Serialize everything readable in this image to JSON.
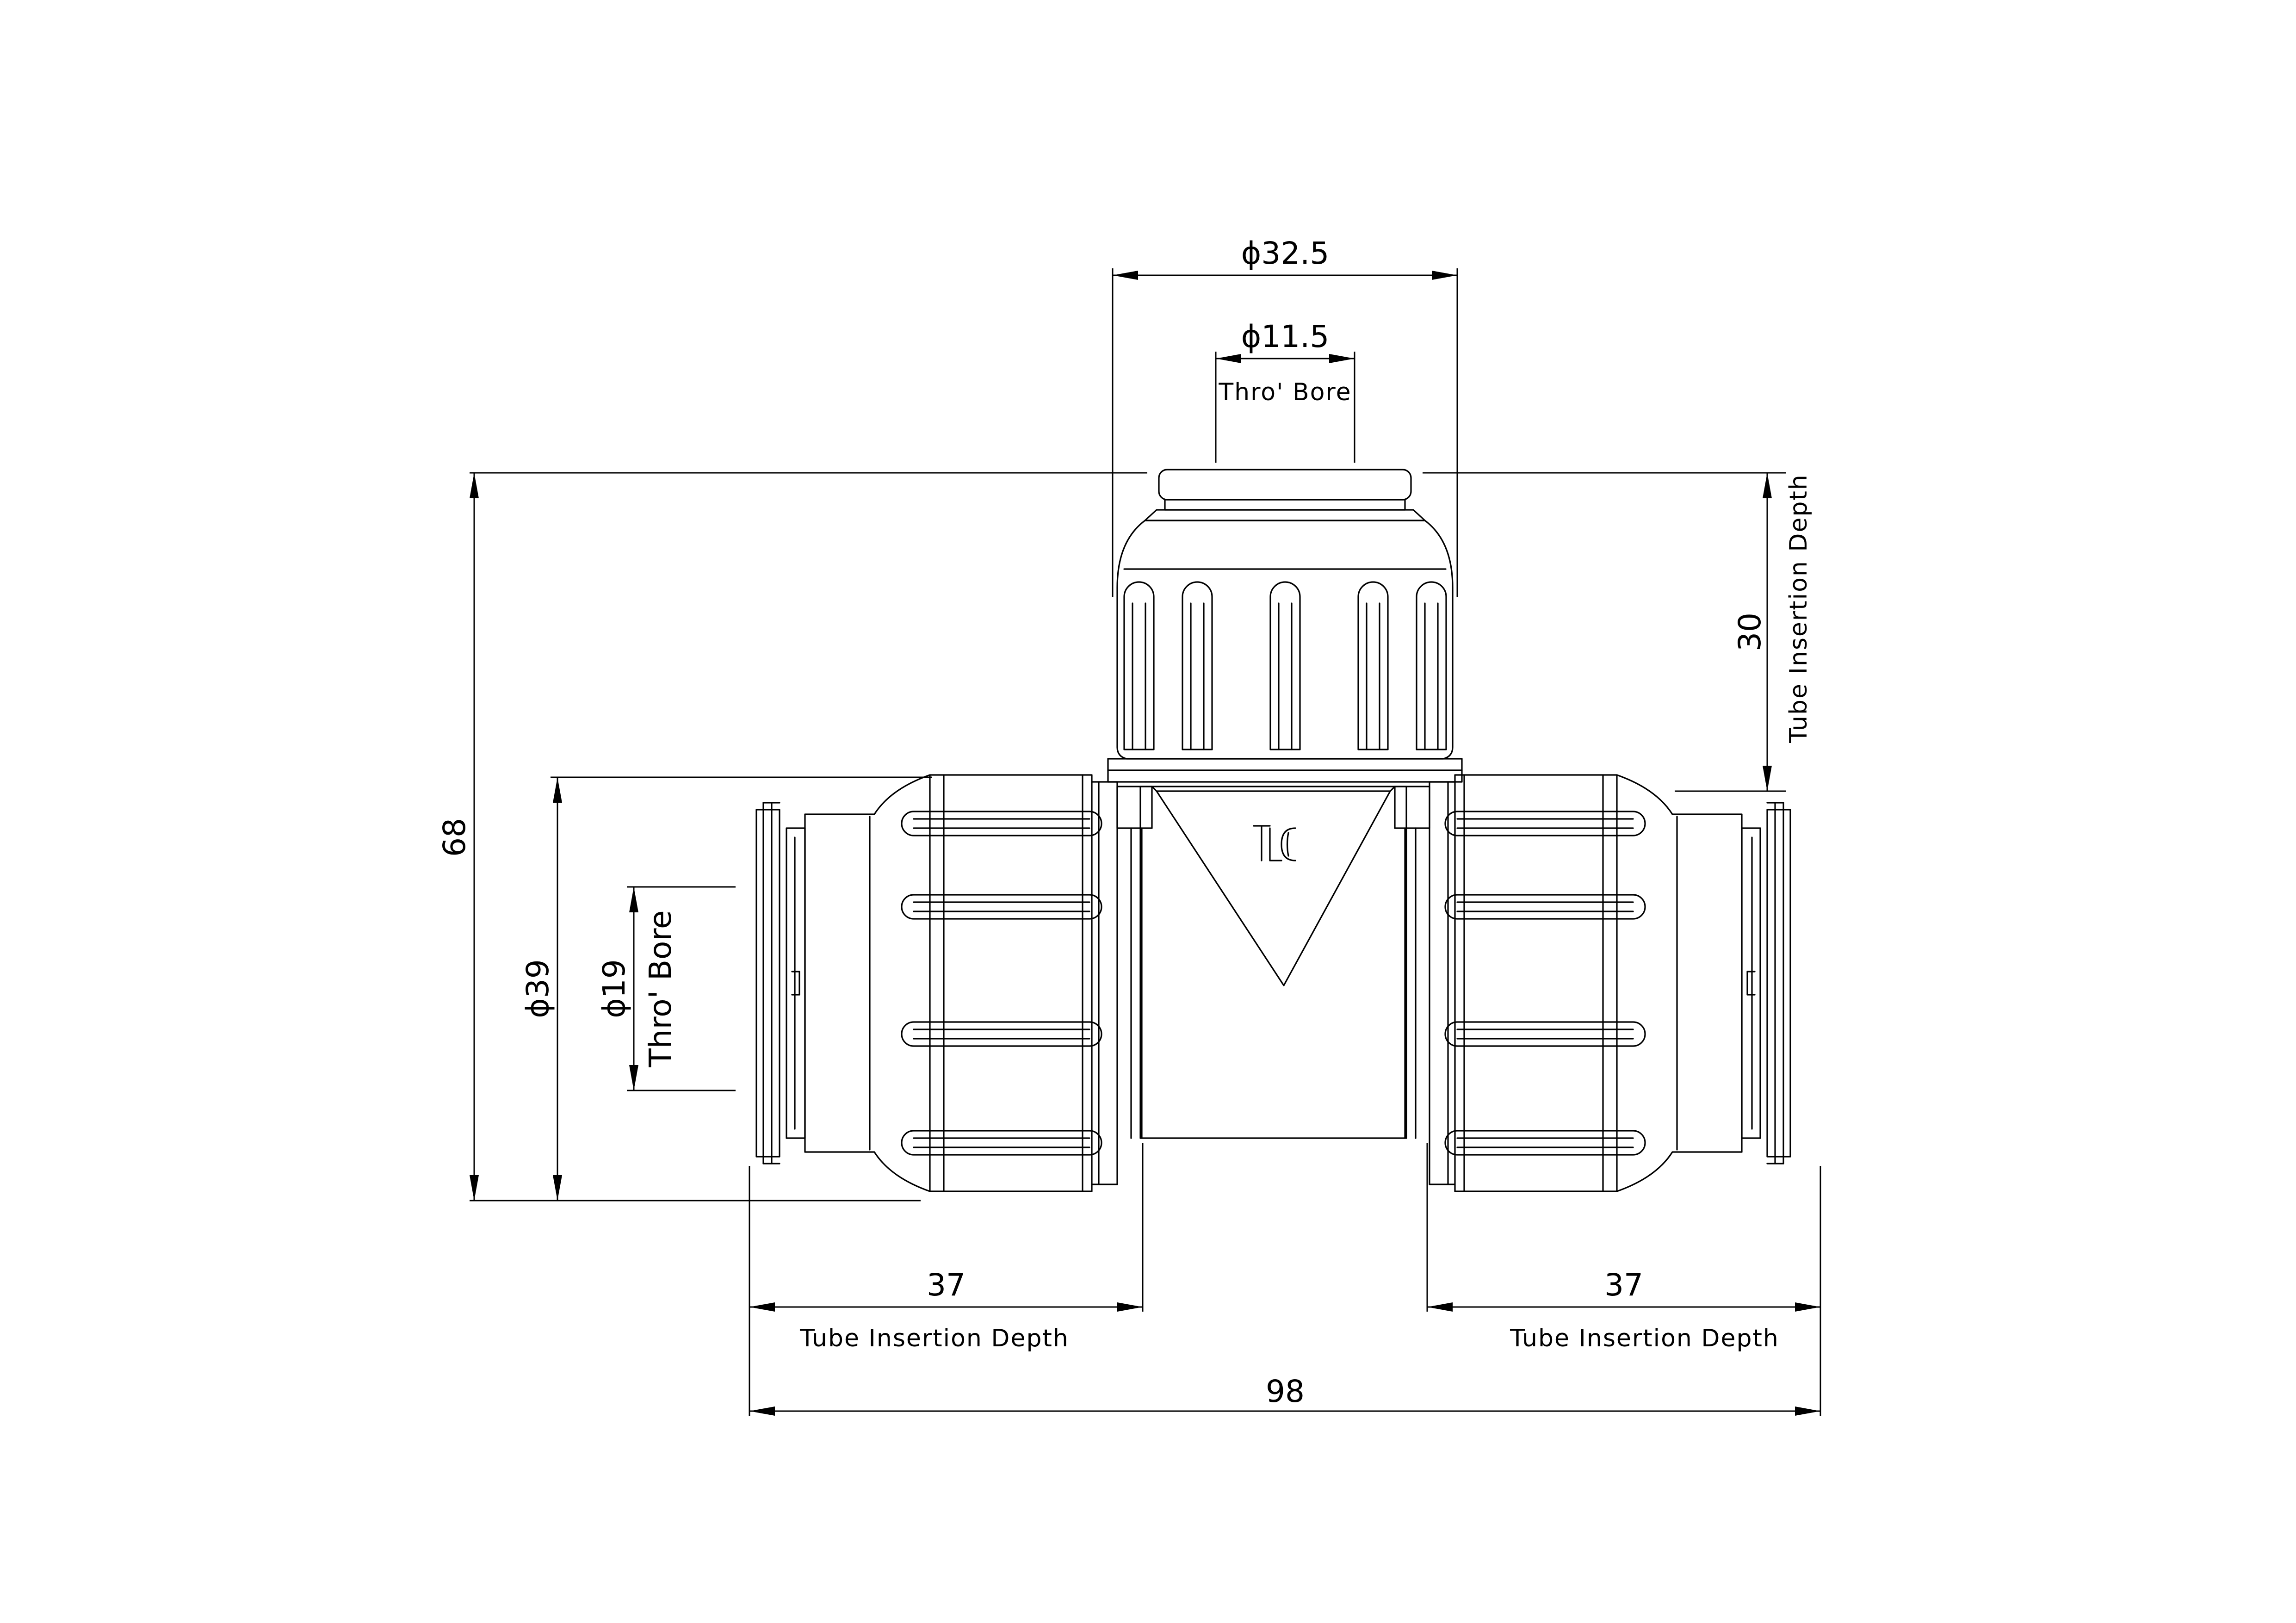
{
  "colors": {
    "line": "#000000",
    "background": "#ffffff"
  },
  "labels": {
    "branch_outer_dia": "ϕ32.5",
    "branch_bore_dia": "ϕ11.5",
    "branch_bore_note": "Thro' Bore",
    "branch_insertion_depth": "30",
    "branch_insertion_note": "Tube Insertion Depth",
    "overall_height": "68",
    "run_outer_dia": "ϕ39",
    "run_bore_dia": "ϕ19",
    "run_bore_note": "Thro' Bore",
    "left_insertion_depth": "37",
    "left_insertion_note": "Tube Insertion Depth",
    "right_insertion_depth": "37",
    "right_insertion_note": "Tube Insertion Depth",
    "overall_length": "98"
  },
  "logo": {
    "name": "tlc-logo-icon",
    "text": "TLC"
  }
}
